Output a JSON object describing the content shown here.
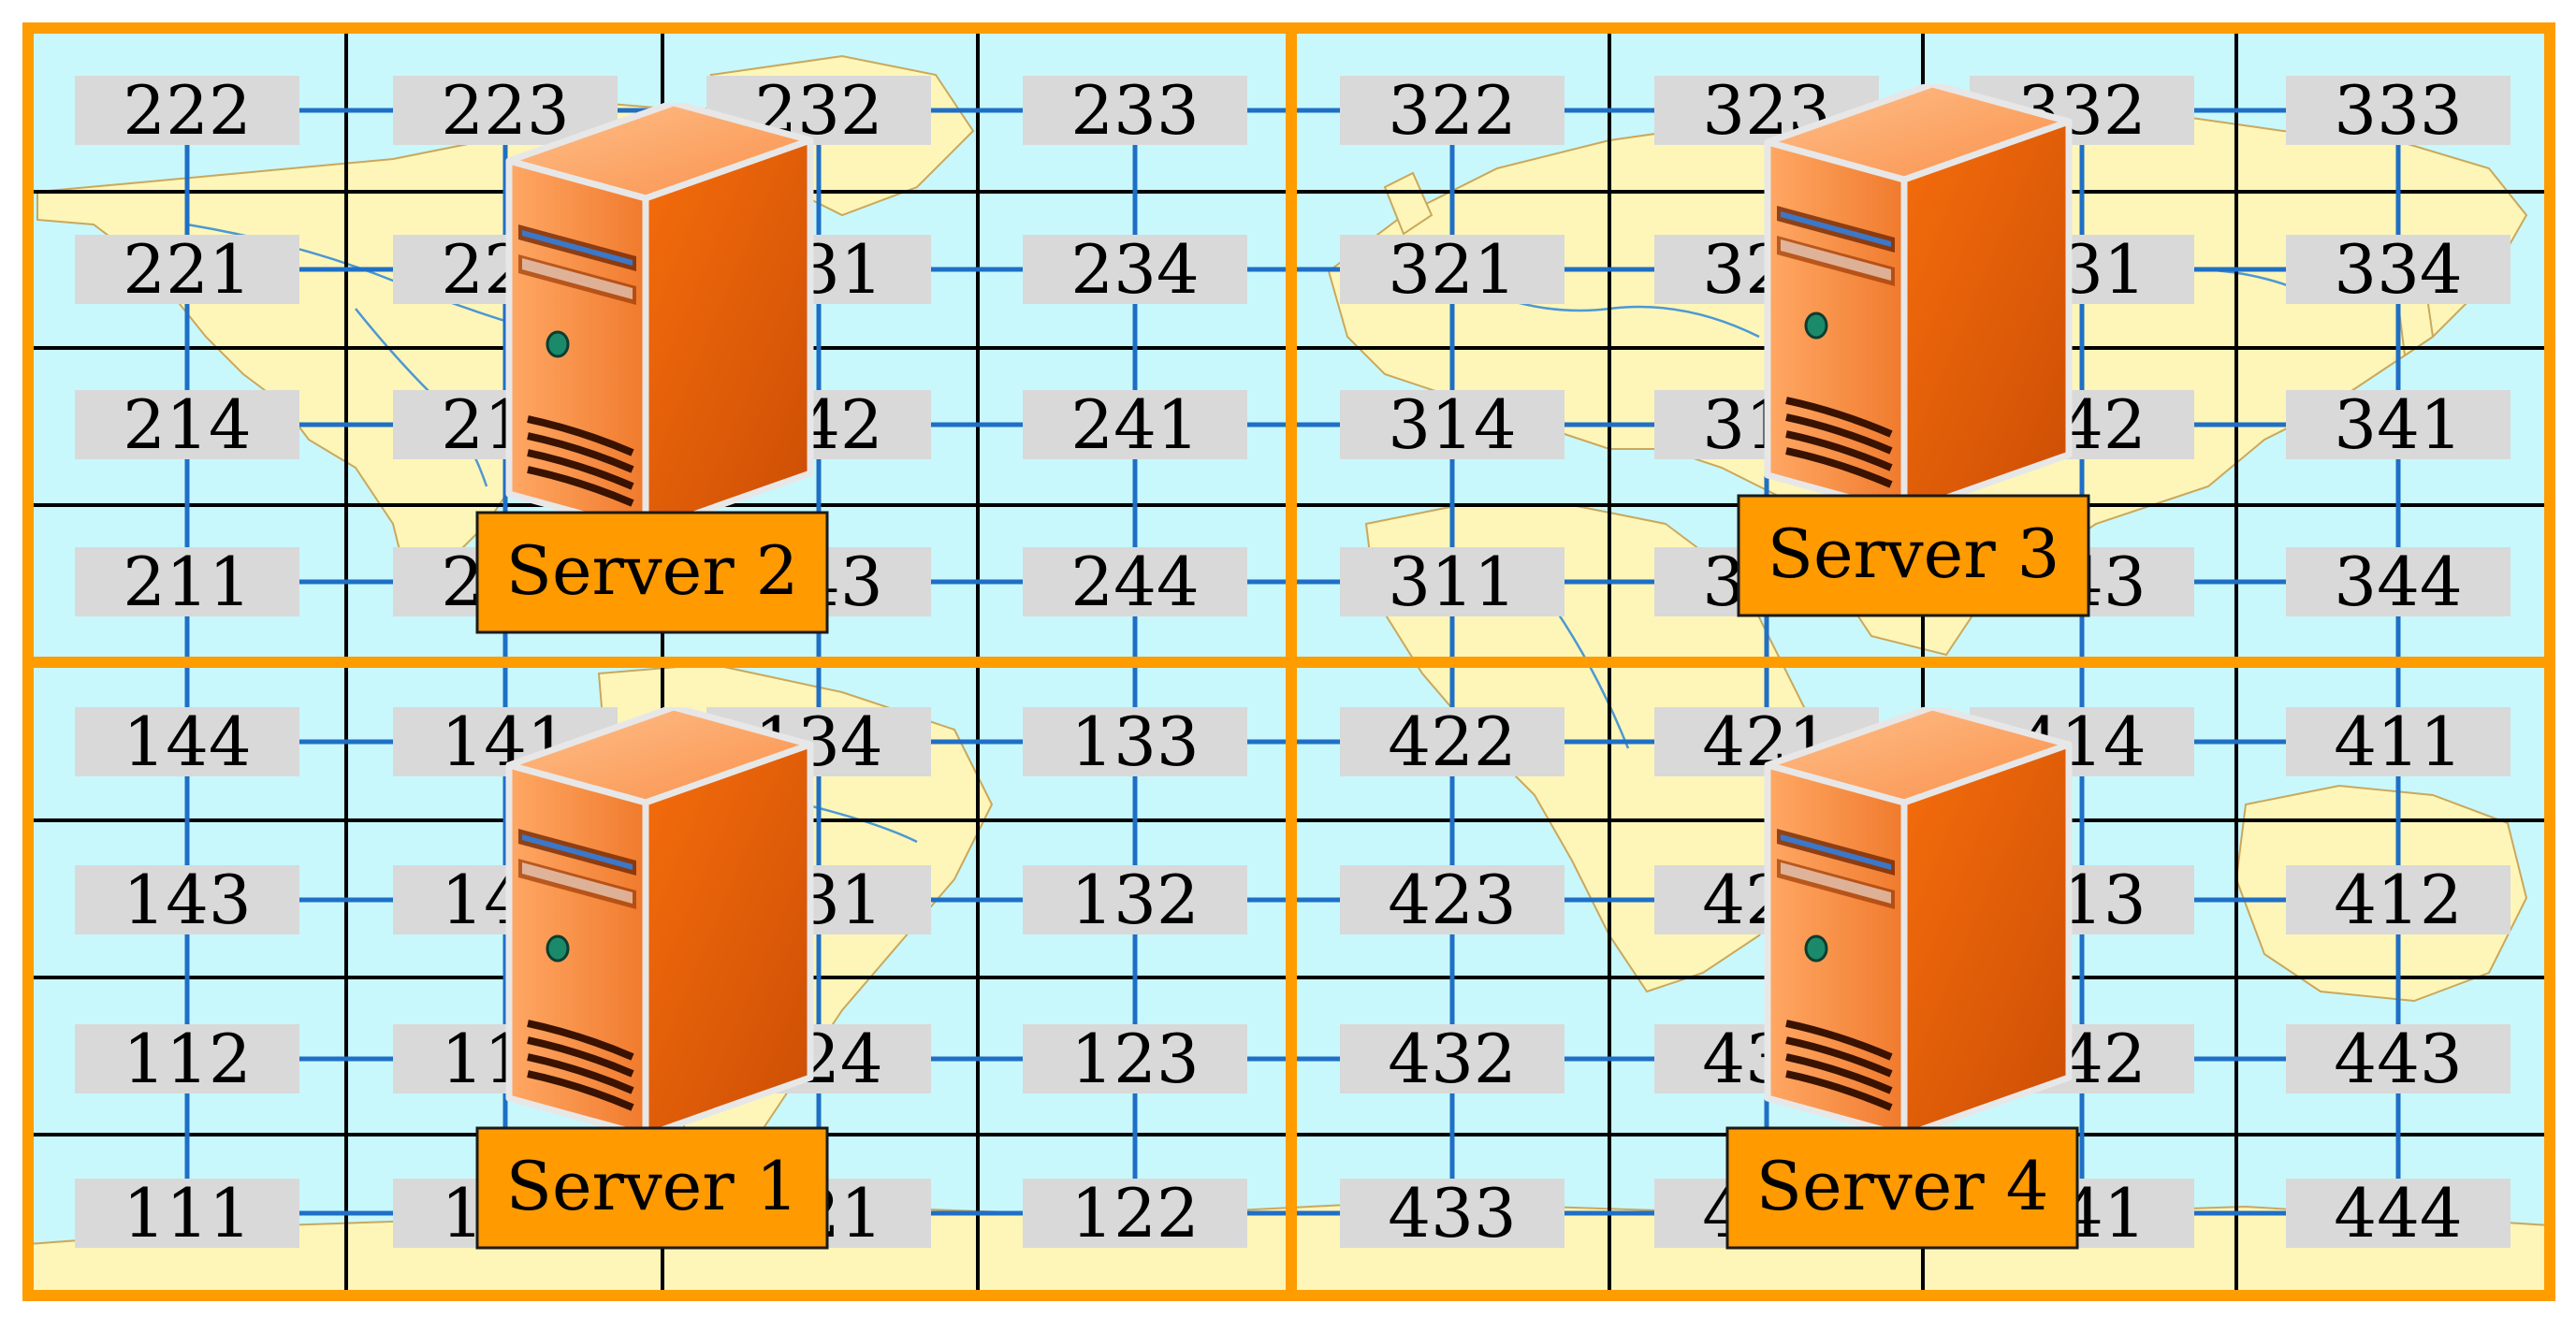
{
  "colors": {
    "ocean": "#c8f8fc",
    "land": "#fdf6b8",
    "grid": "#000000",
    "border": "#ff9c00",
    "cell": "#d9d9d9",
    "link": "#1f6fc6",
    "server_label_bg": "#ff9a00",
    "server_body": "#f26a10"
  },
  "server_icon": "server-tower-icon",
  "quadrants": [
    {
      "name": "Server 2",
      "rows": [
        [
          "222",
          "223",
          "232",
          "233"
        ],
        [
          "221",
          "224",
          "231",
          "234"
        ],
        [
          "214",
          "213",
          "242",
          "241"
        ],
        [
          "211",
          "212",
          "243",
          "244"
        ]
      ]
    },
    {
      "name": "Server 3",
      "rows": [
        [
          "322",
          "323",
          "332",
          "333"
        ],
        [
          "321",
          "324",
          "331",
          "334"
        ],
        [
          "314",
          "313",
          "342",
          "341"
        ],
        [
          "311",
          "312",
          "343",
          "344"
        ]
      ]
    },
    {
      "name": "Server 1",
      "rows": [
        [
          "144",
          "141",
          "134",
          "133"
        ],
        [
          "143",
          "142",
          "131",
          "132"
        ],
        [
          "112",
          "113",
          "124",
          "123"
        ],
        [
          "111",
          "114",
          "121",
          "122"
        ]
      ]
    },
    {
      "name": "Server 4",
      "rows": [
        [
          "422",
          "421",
          "414",
          "411"
        ],
        [
          "423",
          "424",
          "413",
          "412"
        ],
        [
          "432",
          "431",
          "442",
          "443"
        ],
        [
          "433",
          "434",
          "441",
          "444"
        ]
      ]
    }
  ]
}
